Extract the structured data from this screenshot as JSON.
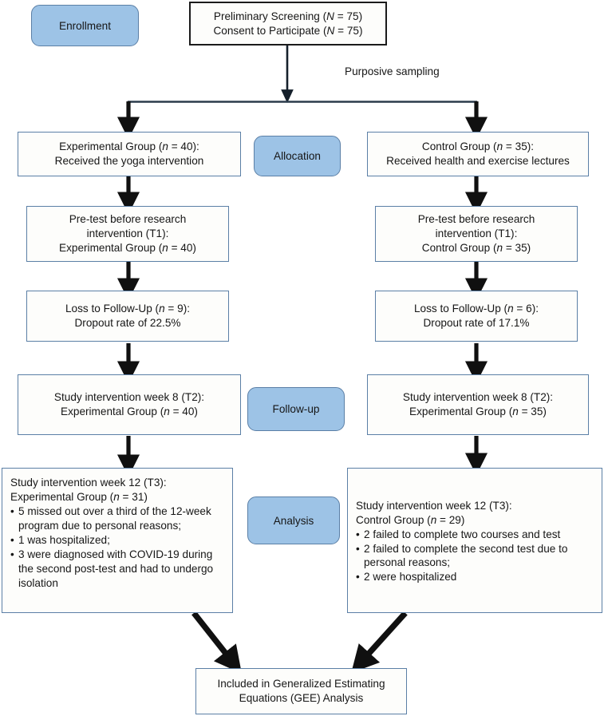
{
  "diagram": {
    "title": "CONSORT-style participant flow diagram",
    "colors": {
      "stage_fill": "#9dc3e6",
      "stage_border": "#5b7fa6",
      "node_border": "#5b7fa6",
      "top_node_border": "#1b1b1b",
      "arrow": "#111111",
      "text": "#161616"
    },
    "stages": [
      {
        "id": "enrollment",
        "label": "Enrollment"
      },
      {
        "id": "allocation",
        "label": "Allocation"
      },
      {
        "id": "followup",
        "label": "Follow-up"
      },
      {
        "id": "analysis",
        "label": "Analysis"
      }
    ],
    "connector_labels": [
      {
        "id": "purposive-sampling",
        "text": "Purposive sampling"
      }
    ],
    "nodes": {
      "screening": {
        "line1": "Preliminary Screening (N = 75)",
        "line2": "Consent to Participate (N = 75)"
      },
      "experimental_alloc": {
        "line1": "Experimental Group (n = 40):",
        "line2": "Received the yoga intervention"
      },
      "control_alloc": {
        "line1": "Control Group (n = 35):",
        "line2": "Received health and exercise lectures"
      },
      "experimental_pretest": {
        "line1": "Pre-test before research",
        "line2": "intervention (T1):",
        "line3": "Experimental Group (n = 40)"
      },
      "control_pretest": {
        "line1": "Pre-test before research",
        "line2": "intervention (T1):",
        "line3": "Control Group (n = 35)"
      },
      "experimental_loss": {
        "line1": "Loss to Follow-Up (n = 9):",
        "line2": "Dropout rate of 22.5%"
      },
      "control_loss": {
        "line1": "Loss to Follow-Up (n = 6):",
        "line2": "Dropout rate of 17.1%"
      },
      "experimental_week8": {
        "line1": "Study intervention week 8 (T2):",
        "line2": "Experimental Group (n = 40)"
      },
      "control_week8": {
        "line1": "Study intervention week 8 (T2):",
        "line2": "Experimental Group (n = 35)"
      },
      "experimental_week12": {
        "line1": "Study intervention week 12 (T3):",
        "line2": "Experimental Group (n = 31)",
        "bullets": [
          "5 missed out over a third of the 12-week program due to personal reasons;",
          "1 was hospitalized;",
          "3 were diagnosed with COVID-19 during the second post-test and had to undergo isolation"
        ]
      },
      "control_week12": {
        "line1": "Study intervention week 12 (T3):",
        "line2": "Control Group (n = 29)",
        "bullets": [
          "2 failed to complete two courses and test",
          "2 failed to complete the second test due to personal reasons;",
          "2 were hospitalized"
        ]
      },
      "gee": {
        "line1": "Included in Generalized Estimating",
        "line2": "Equations (GEE) Analysis"
      }
    }
  }
}
